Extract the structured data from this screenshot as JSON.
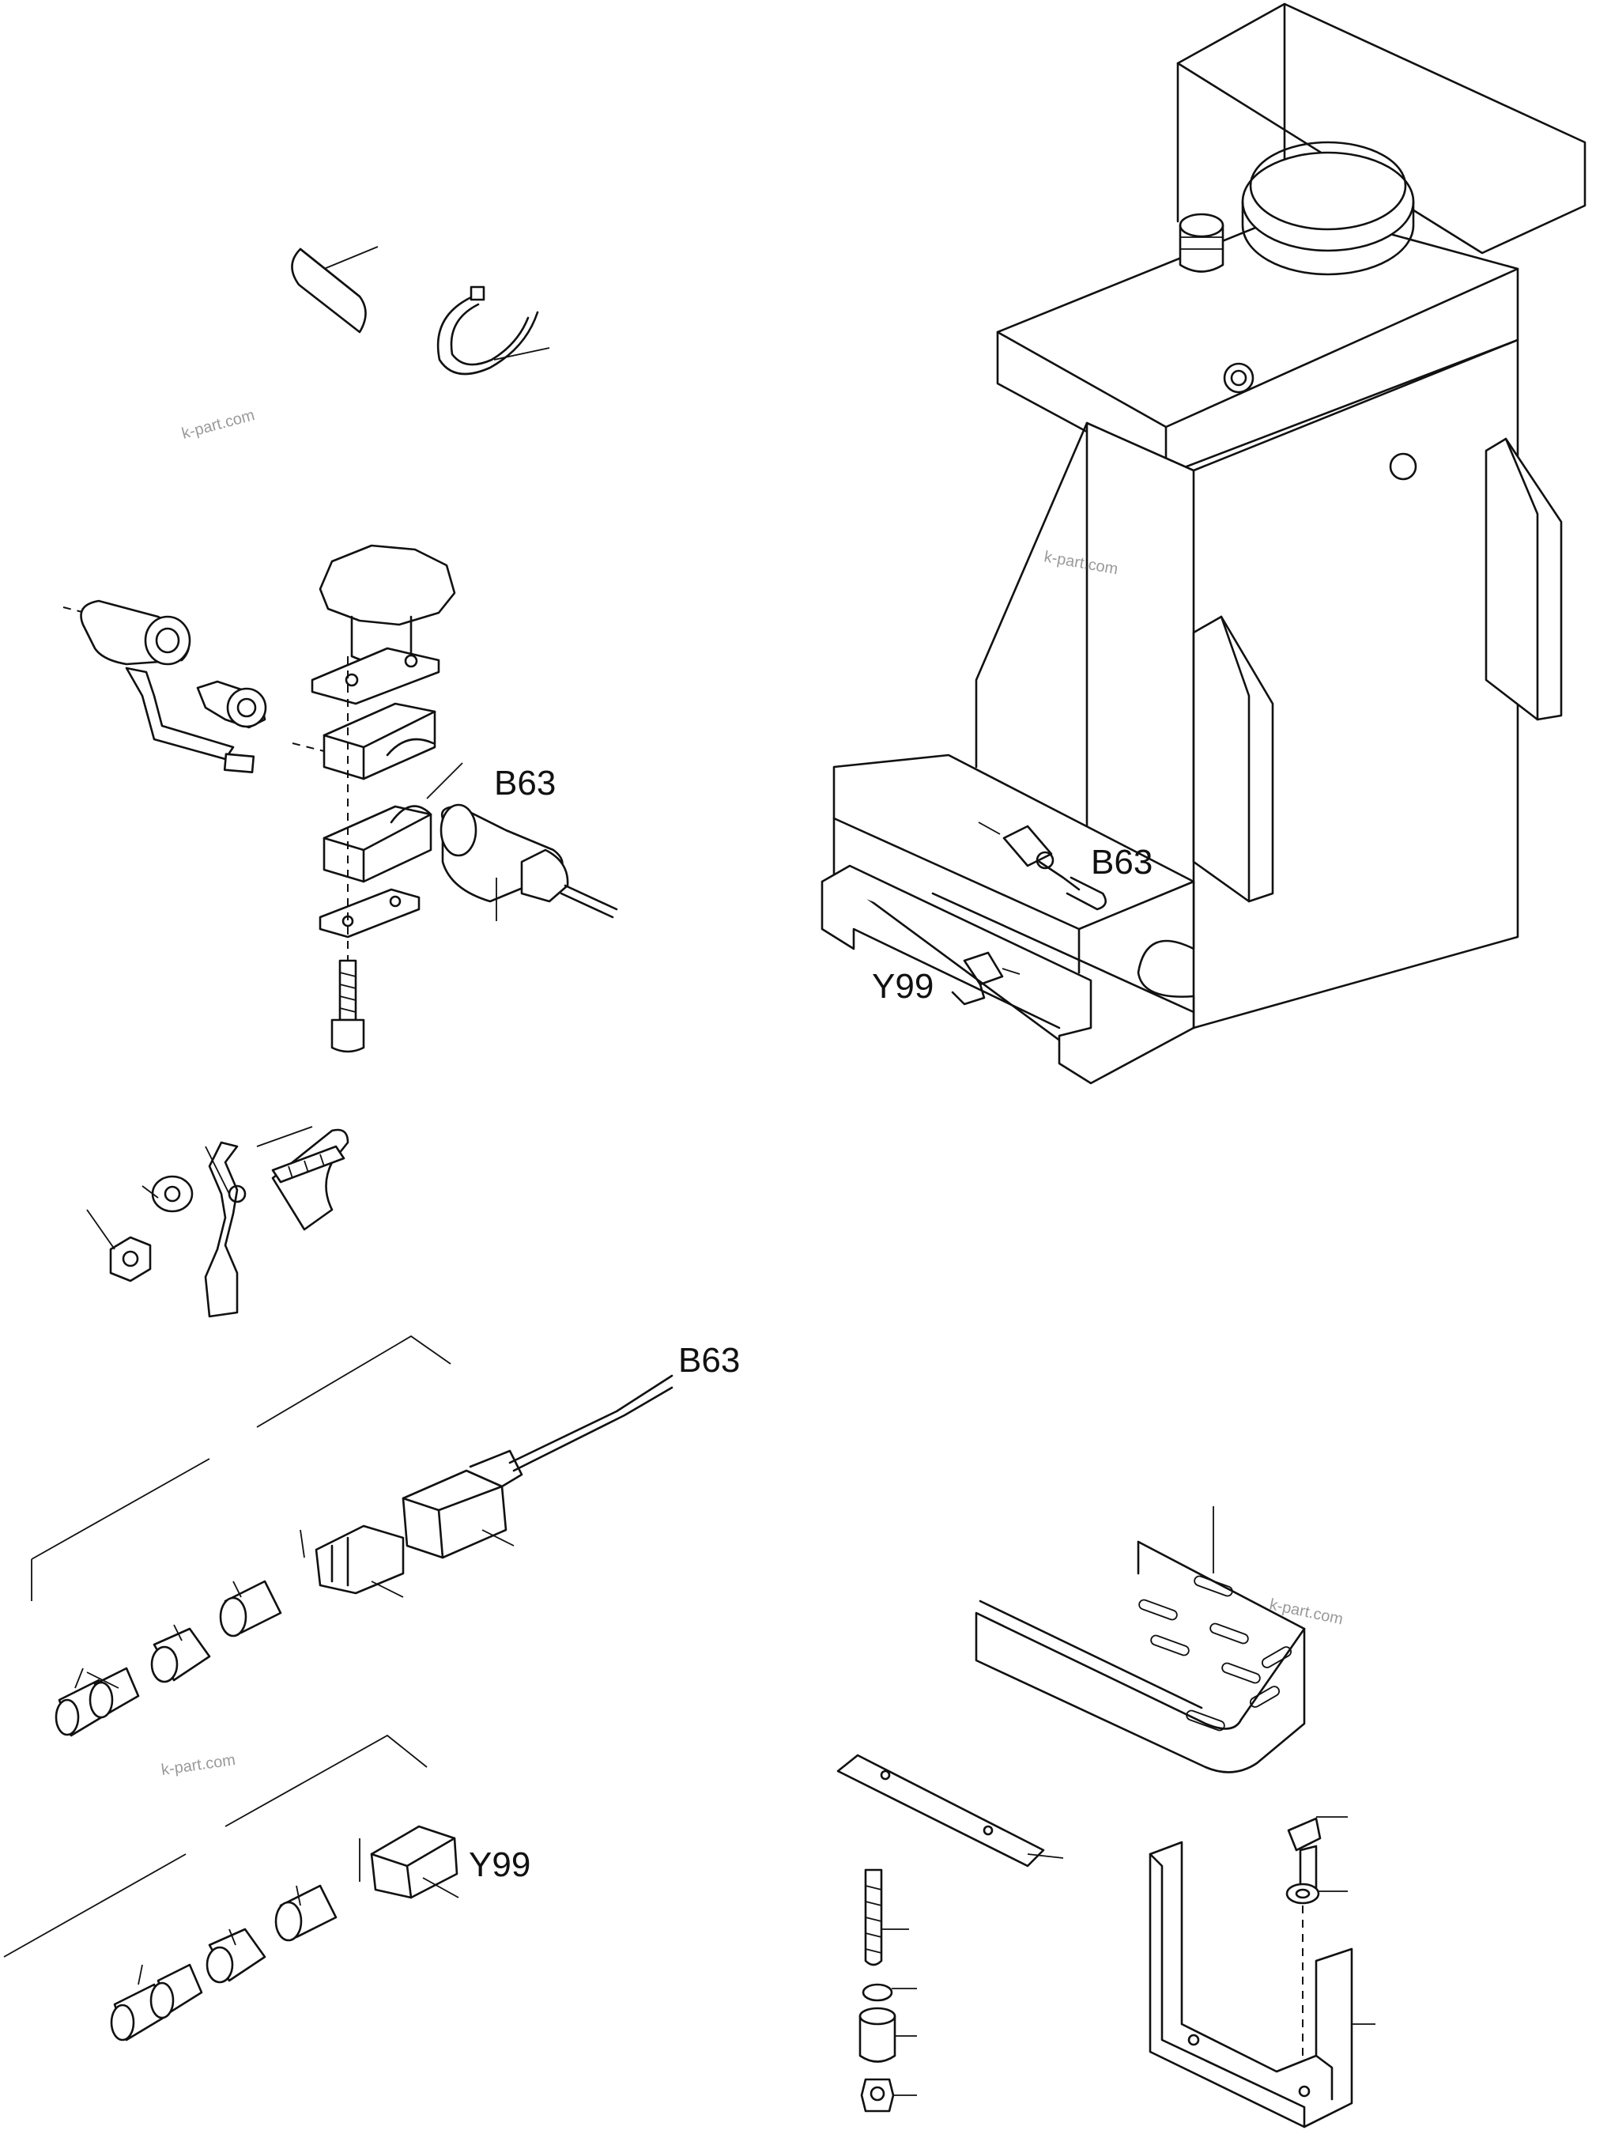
{
  "labels": {
    "b63_valve": "B63",
    "b63_machine": "B63",
    "y99_machine": "Y99",
    "b63_connector": "B63",
    "y99_connector": "Y99"
  },
  "watermark": "k-part.com"
}
